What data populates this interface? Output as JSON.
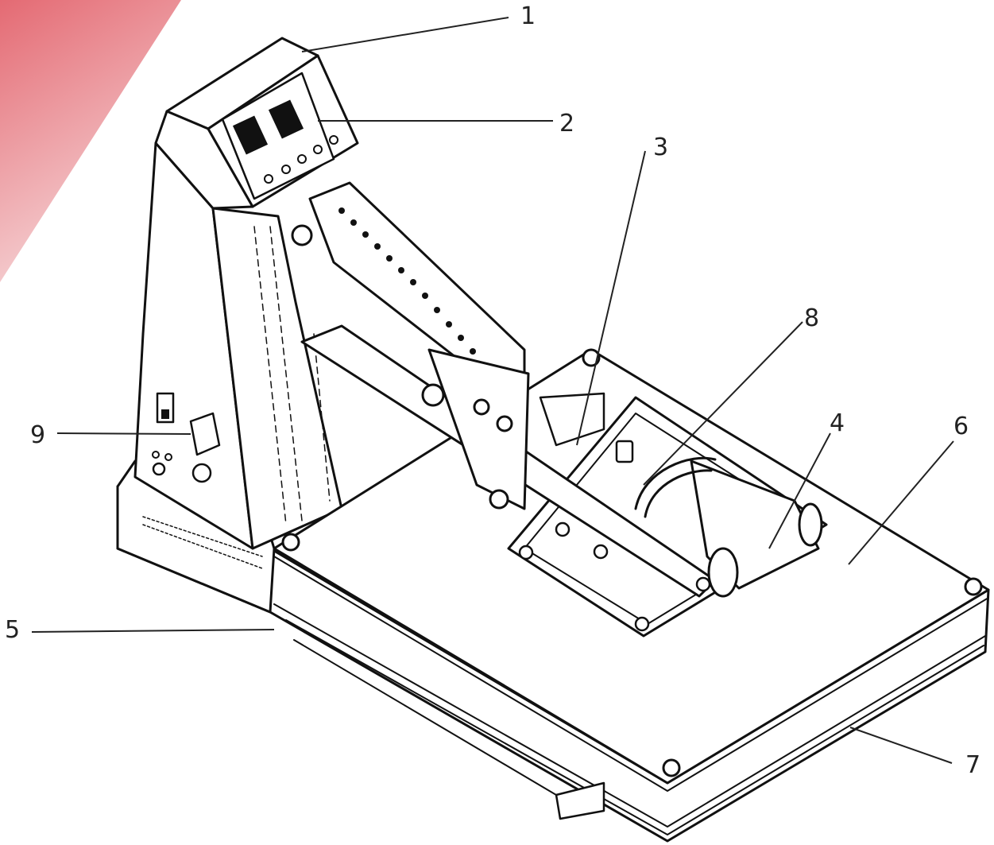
{
  "diagram": {
    "accent_color": "#e46a73",
    "callouts": [
      {
        "label": "1"
      },
      {
        "label": "2"
      },
      {
        "label": "3"
      },
      {
        "label": "8"
      },
      {
        "label": "4"
      },
      {
        "label": "6"
      },
      {
        "label": "9"
      },
      {
        "label": "5"
      },
      {
        "label": "7"
      }
    ]
  }
}
